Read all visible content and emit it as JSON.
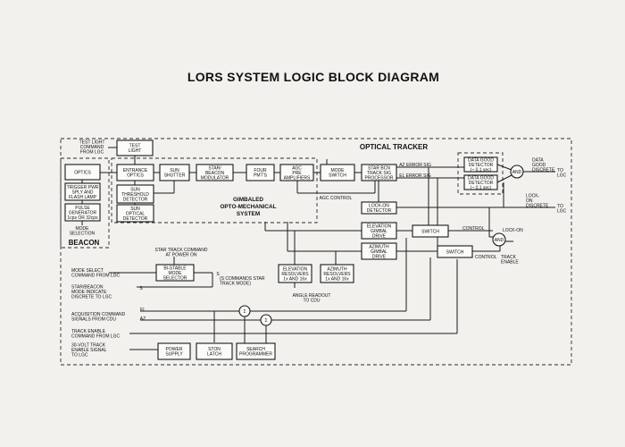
{
  "title": "LORS SYSTEM LOGIC BLOCK DIAGRAM",
  "regions": {
    "optical_tracker": "OPTICAL TRACKER",
    "beacon": "BEACON",
    "gimbaled_1": "GIMBALED",
    "gimbaled_2": "OPTO-MECHANICAL",
    "gimbaled_3": "SYSTEM"
  },
  "blocks": {
    "test_light": [
      "TEST",
      "LIGHT"
    ],
    "optics": [
      "OPTICS"
    ],
    "trigger": [
      "TRIGGER PWR",
      "SPLY AND",
      "FLASH LAMP"
    ],
    "pulse_gen": [
      "PULSE",
      "GENERATOR",
      "1cps OR 32cps"
    ],
    "entrance_optics": [
      "ENTRANCE",
      "OPTICS"
    ],
    "sun_shutter": [
      "SUN",
      "SHUTTER"
    ],
    "star_beacon_mod": [
      "STAR/",
      "BEACON",
      "MODULATOR"
    ],
    "four_pmts": [
      "FOUR",
      "PMT'S"
    ],
    "agc_pre": [
      "AGC",
      "PRE",
      "AMPLIFIERS"
    ],
    "mode_switch": [
      "MODE",
      "SWITCH"
    ],
    "star_bcn_proc": [
      "STAR BCN",
      "TRACK SIG",
      "PROCESSOR"
    ],
    "sun_threshold": [
      "SUN",
      "THRESHOLD",
      "DETECTOR"
    ],
    "sun_optical": [
      "SUN",
      "OPTICAL",
      "DETECTOR"
    ],
    "data_good_1": [
      "DATA GOOD",
      "DETECTOR",
      "(~ 0.1 sec)"
    ],
    "data_good_2": [
      "DATA GOOD",
      "DETECTOR",
      "(~ 0.1 sec)"
    ],
    "lock_on_det": [
      "LOCK-ON",
      "DETECTOR"
    ],
    "elev_gimbal": [
      "ELEVATION",
      "GIMBAL",
      "DRIVE"
    ],
    "azim_gimbal": [
      "AZIMUTH",
      "GIMBAL",
      "DRIVE"
    ],
    "switch_1": [
      "SWITCH"
    ],
    "switch_2": [
      "SWITCH"
    ],
    "bistable": [
      "BI-STABLE",
      "MODE",
      "SELECTOR"
    ],
    "elev_resolvers": [
      "ELEVATION",
      "RESOLVERS",
      "1x AND 16x"
    ],
    "azim_resolvers": [
      "AZIMUTH",
      "RESOLVERS",
      "1x AND 16x"
    ],
    "power_supply": [
      "POWER",
      "SUPPLY"
    ],
    "ston_latch": [
      "STON",
      "LATCH"
    ],
    "search_prog": [
      "SEARCH",
      "PROGRAMMER"
    ]
  },
  "gates": {
    "and1": "AND",
    "and2": "AND",
    "sum1": "Σ",
    "sum2": "Σ"
  },
  "labels": {
    "test_light_cmd": [
      "TEST LIGHT",
      "COMMAND",
      "FROM LGC"
    ],
    "mode_selection": [
      "MODE",
      "SELECTION"
    ],
    "az_error": "AZ ERROR SIG",
    "el_error": "EL ERROR SIG",
    "agc_control": "AGC CONTROL",
    "data_good_discrete": [
      "DATA",
      "GOOD",
      "DISCRETE"
    ],
    "to_lgc_1": [
      "TO",
      "LGC"
    ],
    "lock_on_discrete": [
      "LOCK-",
      "ON",
      "DISCRETE"
    ],
    "to_lgc_2": [
      "TO",
      "LGC"
    ],
    "control_1": "CONTROL",
    "control_2": "CONTROL",
    "lock_on": "LOCK-ON",
    "track_enable": [
      "TRACK",
      "ENABLE"
    ],
    "star_track_cmd": [
      "STAR TRACK COMMAND",
      "AT POWER ON"
    ],
    "s_commands": [
      "(S COMMANDS STAR",
      "TRACK MODE)"
    ],
    "s1": "S",
    "s2": "S",
    "angle_readout": [
      "ANGLE READOUT",
      "TO CDU"
    ],
    "mode_select_cmd": [
      "MODE SELECT",
      "COMMAND FROM LGC"
    ],
    "star_beacon_ind": [
      "STAR/BEACON",
      "MODE INDICATE",
      "DISCRETE TO LGC"
    ],
    "acq_cmd": [
      "ACQUISITION COMMAND",
      "SIGNALS FROM CDU"
    ],
    "el_in": "EL",
    "az_in": "AZ",
    "track_enable_cmd": [
      "TRACK ENABLE",
      "COMMAND FROM LGC"
    ],
    "volt_track": [
      "30-VOLT TRACK",
      "ENABLE SIGNAL",
      "TO LGC"
    ]
  }
}
